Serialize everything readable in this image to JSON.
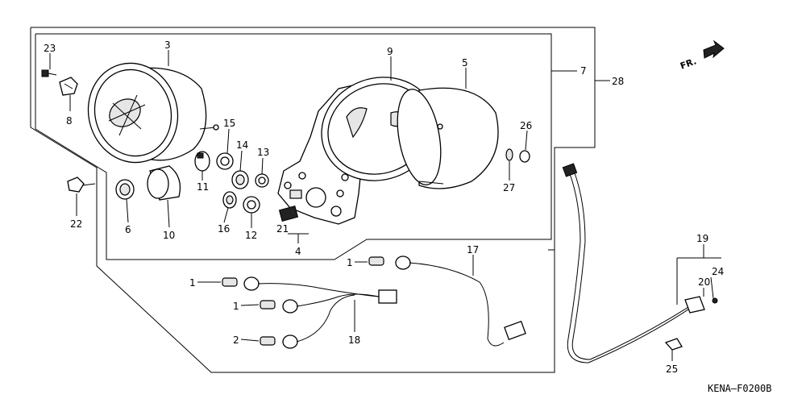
{
  "diagram_code": "KENA—F0200B",
  "direction_label": "FR.",
  "callouts": [
    {
      "id": "c23",
      "text": "23"
    },
    {
      "id": "c3",
      "text": "3"
    },
    {
      "id": "c8",
      "text": "8"
    },
    {
      "id": "c15",
      "text": "15"
    },
    {
      "id": "c14",
      "text": "14"
    },
    {
      "id": "c13",
      "text": "13"
    },
    {
      "id": "c11",
      "text": "11"
    },
    {
      "id": "c22",
      "text": "22"
    },
    {
      "id": "c6",
      "text": "6"
    },
    {
      "id": "c10",
      "text": "10"
    },
    {
      "id": "c16",
      "text": "16"
    },
    {
      "id": "c12",
      "text": "12"
    },
    {
      "id": "c21",
      "text": "21"
    },
    {
      "id": "c4",
      "text": "4"
    },
    {
      "id": "c9",
      "text": "9"
    },
    {
      "id": "c5",
      "text": "5"
    },
    {
      "id": "c7",
      "text": "7"
    },
    {
      "id": "c28",
      "text": "28"
    },
    {
      "id": "c26",
      "text": "26"
    },
    {
      "id": "c27",
      "text": "27"
    },
    {
      "id": "c17",
      "text": "17"
    },
    {
      "id": "c1a",
      "text": "1"
    },
    {
      "id": "c1b",
      "text": "1"
    },
    {
      "id": "c1c",
      "text": "1"
    },
    {
      "id": "c2",
      "text": "2"
    },
    {
      "id": "c18",
      "text": "18"
    },
    {
      "id": "c19",
      "text": "19"
    },
    {
      "id": "c20",
      "text": "20"
    },
    {
      "id": "c24",
      "text": "24"
    },
    {
      "id": "c25",
      "text": "25"
    }
  ]
}
